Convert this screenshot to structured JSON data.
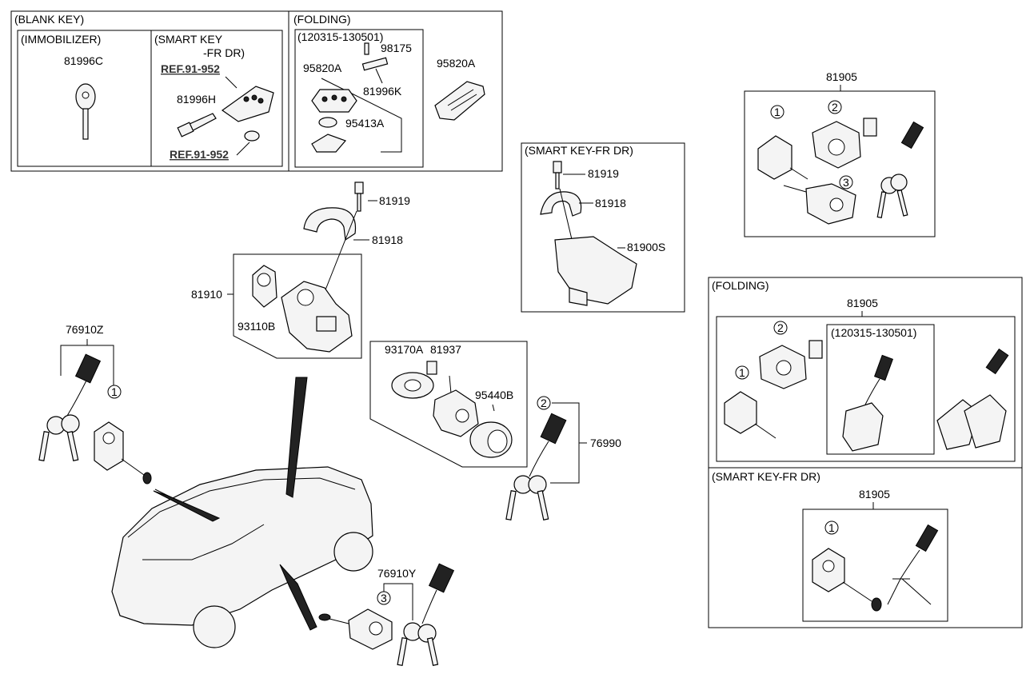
{
  "sections": {
    "blank_key": "(BLANK KEY)",
    "immobilizer": "(IMMOBILIZER)",
    "smart_key_line1": "(SMART KEY",
    "smart_key_line2": "-FR DR)",
    "folding_top": "(FOLDING)",
    "date_range_top": "(120315-130501)",
    "smart_key_fr_dr_mid": "(SMART KEY-FR DR)",
    "folding_right": "(FOLDING)",
    "date_range_right": "(120315-130501)",
    "smart_key_fr_dr_right": "(SMART KEY-FR DR)"
  },
  "refs": {
    "ref_upper": "REF.91-952",
    "ref_lower": "REF.91-952"
  },
  "parts": {
    "p81996C": "81996C",
    "p81996H": "81996H",
    "p98175": "98175",
    "p81996K": "81996K",
    "p95820A_in": "95820A",
    "p95820A_out": "95820A",
    "p95413A": "95413A",
    "p81919_main": "81919",
    "p81918_main": "81918",
    "p81910": "81910",
    "p93110B": "93110B",
    "p76910Z": "76910Z",
    "p81919_mid": "81919",
    "p81918_mid": "81918",
    "p81900S": "81900S",
    "p93170A": "93170A",
    "p81937": "81937",
    "p95440B": "95440B",
    "p76990": "76990",
    "p76910Y": "76910Y",
    "p81905_top": "81905",
    "p81905_fold": "81905",
    "p81905_smart": "81905"
  },
  "callouts": {
    "c1": "1",
    "c2": "2",
    "c3": "3"
  }
}
